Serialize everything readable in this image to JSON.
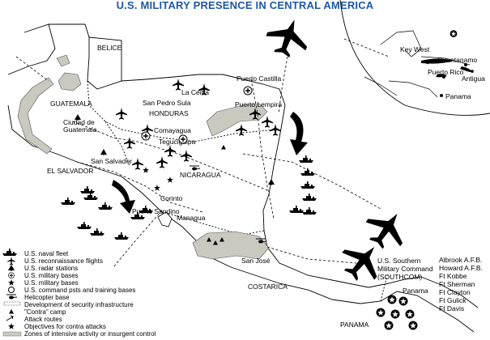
{
  "title": "U.S. MILITARY PRESENCE IN CENTRAL AMERICA",
  "colors": {
    "title": "#1f57a8",
    "zone": "#c9c9c0",
    "ink": "#000000",
    "background": "#ffffff"
  },
  "countries": {
    "belice": "BELICE",
    "guatemala": "GUATEMALA",
    "honduras": "HONDURAS",
    "el_salvador": "EL SALVADOR",
    "nicaragua": "NICARAGUA",
    "costarica": "COSTARICA",
    "panama": "PANAMA"
  },
  "cities": {
    "ciudad_line1": "Ciudad de",
    "ciudad_line2": "Guatemala",
    "la_ceiba": "La Ceiba",
    "puerto_castilla": "Puerto Castilla",
    "san_pedro_sula": "San Pedro Sula",
    "puerto_lempira": "Puerto Lempira",
    "comayagua": "Comayagua",
    "tegucigalpa": "Tegucigalpa",
    "san_salvador": "San Salvador",
    "corinto": "Corinto",
    "puerto_sandino": "Puerto Sandino",
    "managua": "Managua",
    "san_jose": "San José",
    "panama_city": "Panama"
  },
  "inset": {
    "key_west": "Key West",
    "guantanamo": "Guantanamo",
    "puerto_rico": "Puerto Rico",
    "antigua": "Antigua",
    "panama": "Panama"
  },
  "southcom": {
    "line1": "U.S. Southern",
    "line2": "Military Command",
    "line3": "(SOUTHCOM)"
  },
  "bases": [
    "Albrook A.F.B.",
    "Howard A.F.B.",
    "Ft Kobbe",
    "Ft Sherman",
    "Ft Clayton",
    "Ft Gulick",
    "Ft Davis"
  ],
  "legend": [
    {
      "icon": "ship-icon",
      "label": "U.S. naval fleet"
    },
    {
      "icon": "plane-icon",
      "label": "U.S. reconnaissance flights"
    },
    {
      "icon": "radar-icon",
      "label": "U.S. radar stations"
    },
    {
      "icon": "base-plus-icon",
      "label": "U.S. military bases"
    },
    {
      "icon": "base-star-icon",
      "label": "U.S. military bases"
    },
    {
      "icon": "command-post-icon",
      "label": "U.S. command psts and training bases"
    },
    {
      "icon": "helicopter-icon",
      "label": "Helicopter base"
    },
    {
      "icon": "hatched-bar-icon",
      "label": "Development of security infrastructure"
    },
    {
      "icon": "camp-icon",
      "label": "\"Contra\" camp"
    },
    {
      "icon": "attack-route-icon",
      "label": "Attack routes"
    },
    {
      "icon": "objective-icon",
      "label": "Objectives for contra attacks"
    },
    {
      "icon": "zone-swatch-icon",
      "label": "Zones of intensive activity or insurgent control"
    }
  ]
}
